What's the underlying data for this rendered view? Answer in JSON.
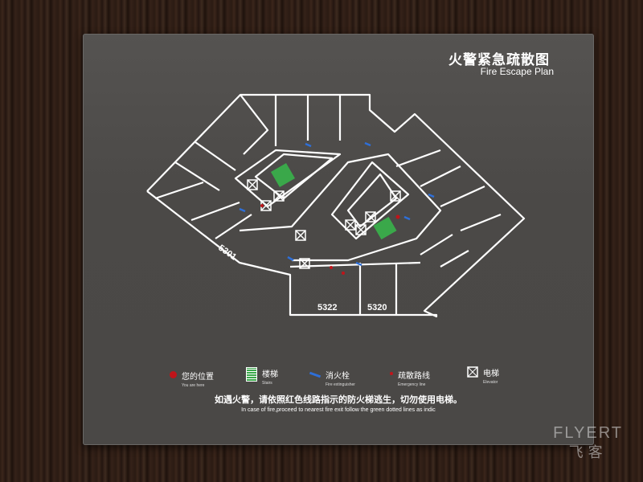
{
  "sign": {
    "title_cn": "火警紧急疏散图",
    "title_en": "Fire Escape Plan",
    "rooms": {
      "r5301": "5301",
      "r5322": "5322",
      "r5320": "5320"
    },
    "legend": {
      "you_are_here_cn": "您的位置",
      "you_are_here_en": "You are here",
      "stairs_cn": "楼梯",
      "stairs_en": "Stairs",
      "extinguisher_cn": "消火栓",
      "extinguisher_en": "Fire extinguisher",
      "emergency_cn": "疏散路线",
      "emergency_en": "Emergency line",
      "elevator_cn": "电梯",
      "elevator_en": "Elevator"
    },
    "instruction_cn": "如遇火警，请依照红色线路指示的防火梯逃生，切勿使用电梯。",
    "instruction_en": "In case of fire,proceed to nearest fire exit follow the green dotted lines as indic"
  },
  "watermark": {
    "brand": "FLYERT",
    "sub": "飞客"
  },
  "colors": {
    "plate": "#4d4b49",
    "line": "#ffffff",
    "red": "#c0141a",
    "stairs": "#3aa84a",
    "blue": "#2e6fd8"
  }
}
